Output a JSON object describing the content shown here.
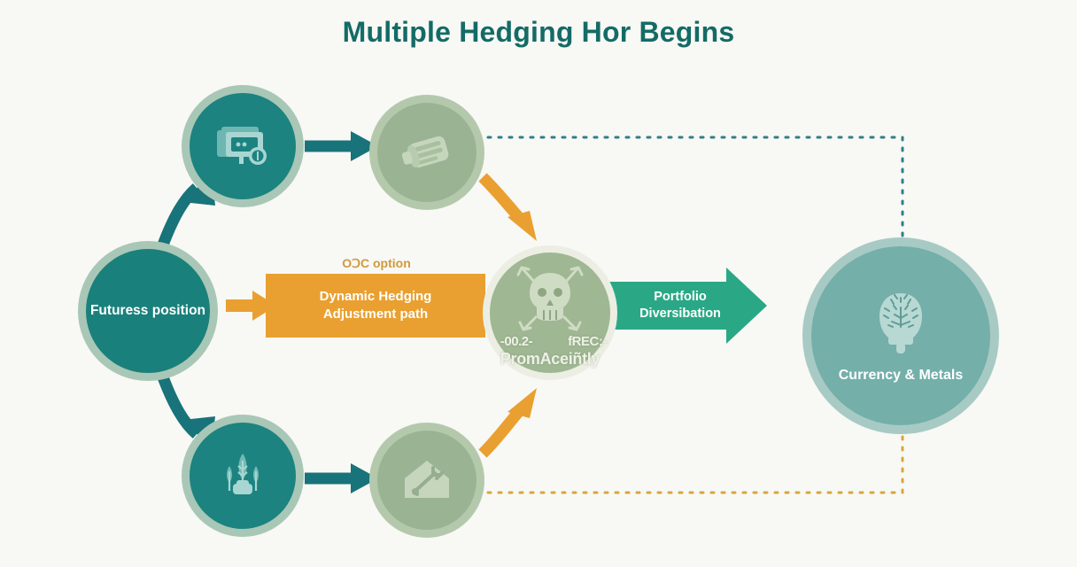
{
  "page": {
    "title": "Multiple Hedging Hor Begins",
    "background_color": "#f8f8f5",
    "title_color": "#146b66"
  },
  "palette": {
    "teal_dark": "#1a807c",
    "teal_mid": "#2a8a84",
    "teal_arrow": "#18737a",
    "teal_light": "#74afaa",
    "green_sage": "#9ab493",
    "green_ring": "#a9c7b6",
    "orange": "#e9a030",
    "orange_label": "#cf9a3e",
    "green_arrow": "#2aa886",
    "white": "#ffffff"
  },
  "nodes": {
    "futures": {
      "label": "Futuress position",
      "icon": "none",
      "fill": "#1a807c",
      "ring": "#a9c7b6"
    },
    "currency_cash": {
      "label": "",
      "icon": "banknotes-icon",
      "fill": "#1c8380",
      "ring": "#a9c7b6"
    },
    "energy": {
      "label": "",
      "icon": "barrel-icon",
      "fill": "#9ab493",
      "ring": "#b4c9ac"
    },
    "agriculture": {
      "label": "",
      "icon": "wheat-icon",
      "fill": "#1c8380",
      "ring": "#a9c7b6"
    },
    "housing": {
      "label": "",
      "icon": "house-tools-icon",
      "fill": "#9ab493",
      "ring": "#b4c9ac"
    },
    "hub": {
      "icon": "skull-molecule-icon",
      "fill": "#9fb792",
      "ring": "#eceee3",
      "text_left": "-00.2-",
      "text_right": "fREC;-",
      "text_main": "PromAceiñtly"
    },
    "right": {
      "label": "Currency & Metals",
      "icon": "tree-brain-icon",
      "fill": "#74afaa",
      "ring": "#a8cac4"
    }
  },
  "bars": {
    "dynamic": {
      "line1": "Dynamic Hedging",
      "line2": "Adjustment path",
      "color": "#e9a030",
      "caption": "OꓛC option"
    },
    "portfolio": {
      "line1": "Portfolio",
      "line2": "Diversibation",
      "color": "#2aa886"
    }
  },
  "connectors": [
    {
      "name": "futures-to-currency",
      "style": "solid",
      "color": "#18737a",
      "shape": "curve-up-right"
    },
    {
      "name": "futures-to-agriculture",
      "style": "solid",
      "color": "#18737a",
      "shape": "curve-down-right"
    },
    {
      "name": "currency-to-energy",
      "style": "solid",
      "color": "#18737a",
      "shape": "straight-right"
    },
    {
      "name": "agriculture-to-housing",
      "style": "solid",
      "color": "#18737a",
      "shape": "straight-right"
    },
    {
      "name": "energy-to-hub",
      "style": "solid",
      "color": "#e9a030",
      "shape": "curve-down-right"
    },
    {
      "name": "housing-to-hub",
      "style": "solid",
      "color": "#e9a030",
      "shape": "curve-up-right"
    },
    {
      "name": "futures-to-dynamic-bar",
      "style": "solid",
      "color": "#e9a030",
      "shape": "straight-right"
    },
    {
      "name": "hub-to-right-node",
      "style": "solid",
      "color": "#2aa886",
      "shape": "straight-right"
    },
    {
      "name": "energy-to-right-dotted",
      "style": "dotted",
      "color": "#2f7f86",
      "shape": "right-then-down"
    },
    {
      "name": "housing-to-right-dotted",
      "style": "dotted",
      "color": "#d8a63c",
      "shape": "right-then-up"
    }
  ]
}
